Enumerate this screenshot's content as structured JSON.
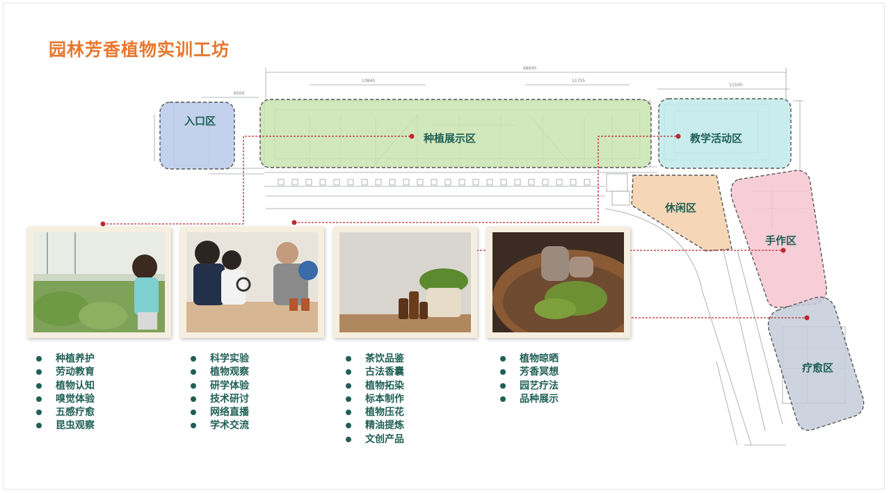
{
  "title": "园林芳香植物实训工坊",
  "zones": {
    "entrance": "入口区",
    "planting": "种植展示区",
    "teaching": "教学活动区",
    "leisure": "休闲区",
    "handcraft": "手作区",
    "healing": "疗愈区"
  },
  "dimensions": {
    "total": "68600",
    "entrance_w": "6500",
    "planting_sub_top": "13845",
    "planting_sub_top2": "11755",
    "teaching_w": "11500"
  },
  "photos": [
    {
      "caption": "planting-photo"
    },
    {
      "caption": "research-photo"
    },
    {
      "caption": "craft-photo"
    },
    {
      "caption": "herb-drying-photo"
    }
  ],
  "lists": [
    {
      "items": [
        "种植养护",
        "劳动教育",
        "植物认知",
        "嗅觉体验",
        "五感疗愈",
        "昆虫观察"
      ]
    },
    {
      "items": [
        "科学实验",
        "植物观察",
        "研学体验",
        "技术研讨",
        "网络直播",
        "学术交流"
      ]
    },
    {
      "items": [
        "茶饮品鉴",
        "古法香囊",
        "植物拓染",
        "标本制作",
        "植物压花",
        "精油提炼",
        "文创产品"
      ]
    },
    {
      "items": [
        "植物晾晒",
        "芳香冥想",
        "园艺疗法",
        "品种展示"
      ]
    }
  ],
  "colors": {
    "title": "#e8772e",
    "zone_text": "#1f5f55",
    "bullet": "#1f5f55",
    "connector": "#c0282d",
    "entrance_fill": "#b9c9ea",
    "planting_fill": "#c9e4b0",
    "teaching_fill": "#bfeaea",
    "leisure_fill": "#f3cfa9",
    "handcraft_fill": "#f6c6d0",
    "healing_fill": "#c4ccd9",
    "card_bg": "#f6efe0"
  }
}
